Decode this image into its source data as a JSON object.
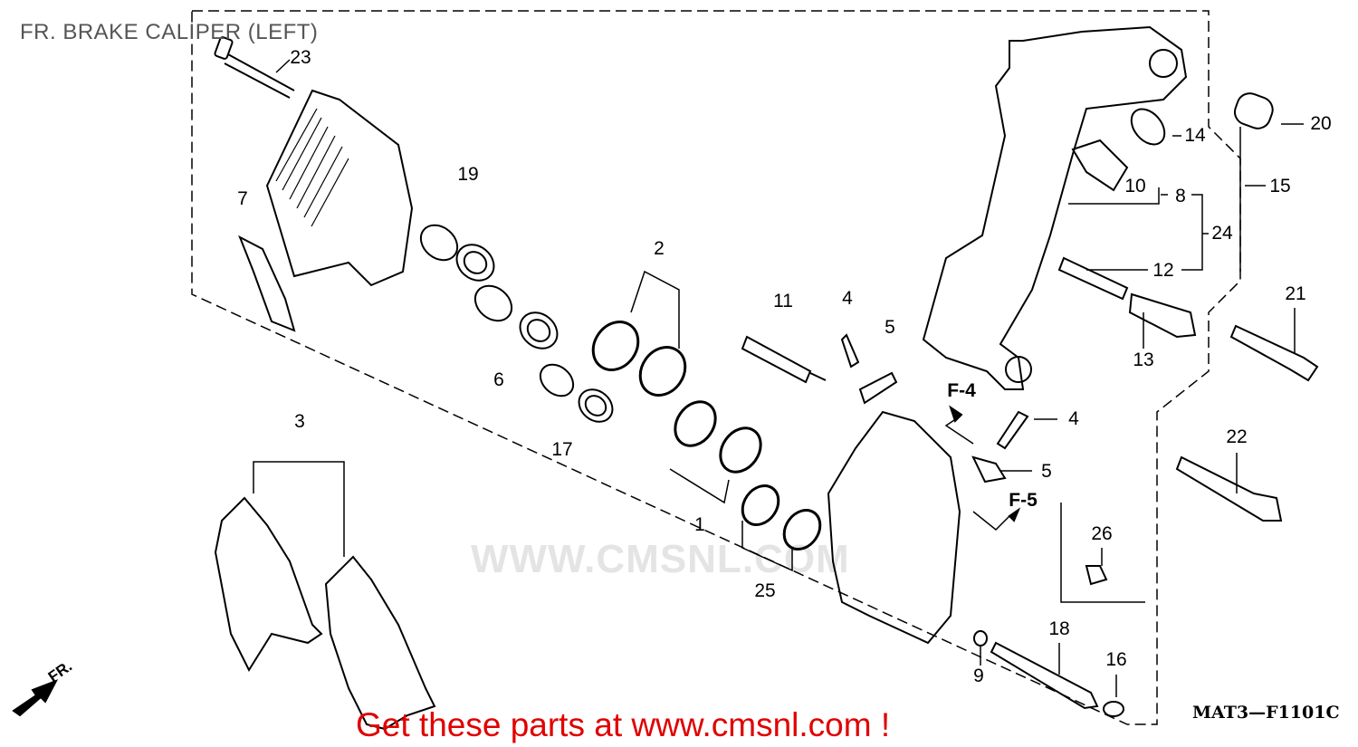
{
  "title": "FR. BRAKE CALIPER (LEFT)",
  "diagram_code": "MAT3—F1101C",
  "promo_text": "Get these parts at www.cmsnl.com !",
  "watermark": "WWW.CMSNL.COM",
  "front_arrow_label": "FR.",
  "callouts": [
    "23",
    "19",
    "7",
    "2",
    "11",
    "4",
    "5",
    "6",
    "17",
    "3",
    "1",
    "25",
    "F-4",
    "4",
    "5",
    "F-5",
    "26",
    "18",
    "16",
    "9",
    "22",
    "21",
    "13",
    "12",
    "24",
    "10",
    "8",
    "15",
    "14",
    "20"
  ],
  "colors": {
    "promo": "#e00000",
    "title": "#555555"
  }
}
